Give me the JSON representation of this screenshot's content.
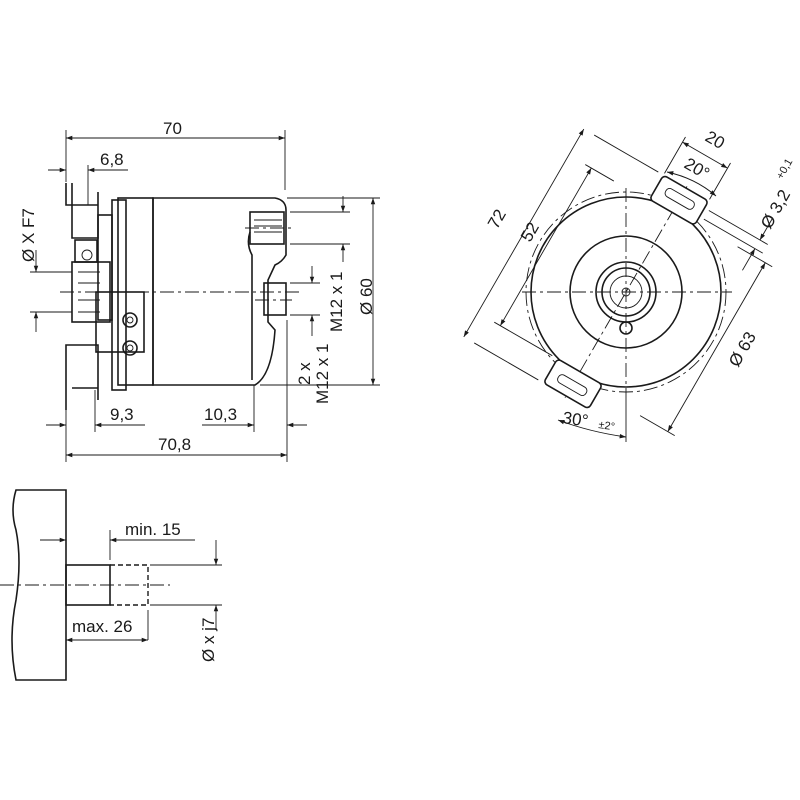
{
  "side_view": {
    "dim_length": "70",
    "dim_flange": "6,8",
    "dim_bore": "Ø X F7",
    "dim_left": "9,3",
    "dim_right": "10,3",
    "dim_total": "70,8",
    "dim_diameter": "Ø 60",
    "connector_label": "M12 x 1",
    "connector_label_2_prefix": "2 x",
    "connector_label_2": "M12 x 1"
  },
  "front_view": {
    "dim_72": "72",
    "dim_52": "52",
    "dim_20": "20",
    "dim_angle_20": "20°",
    "dim_hole": "Ø 3,2",
    "dim_hole_tol": "+0,1",
    "dim_diameter": "Ø 63",
    "dim_angle_30": "30°",
    "dim_angle_30_tol": "±2°"
  },
  "shaft_view": {
    "dim_min": "min. 15",
    "dim_max": "max. 26",
    "dim_shaft": "Ø x j7"
  }
}
